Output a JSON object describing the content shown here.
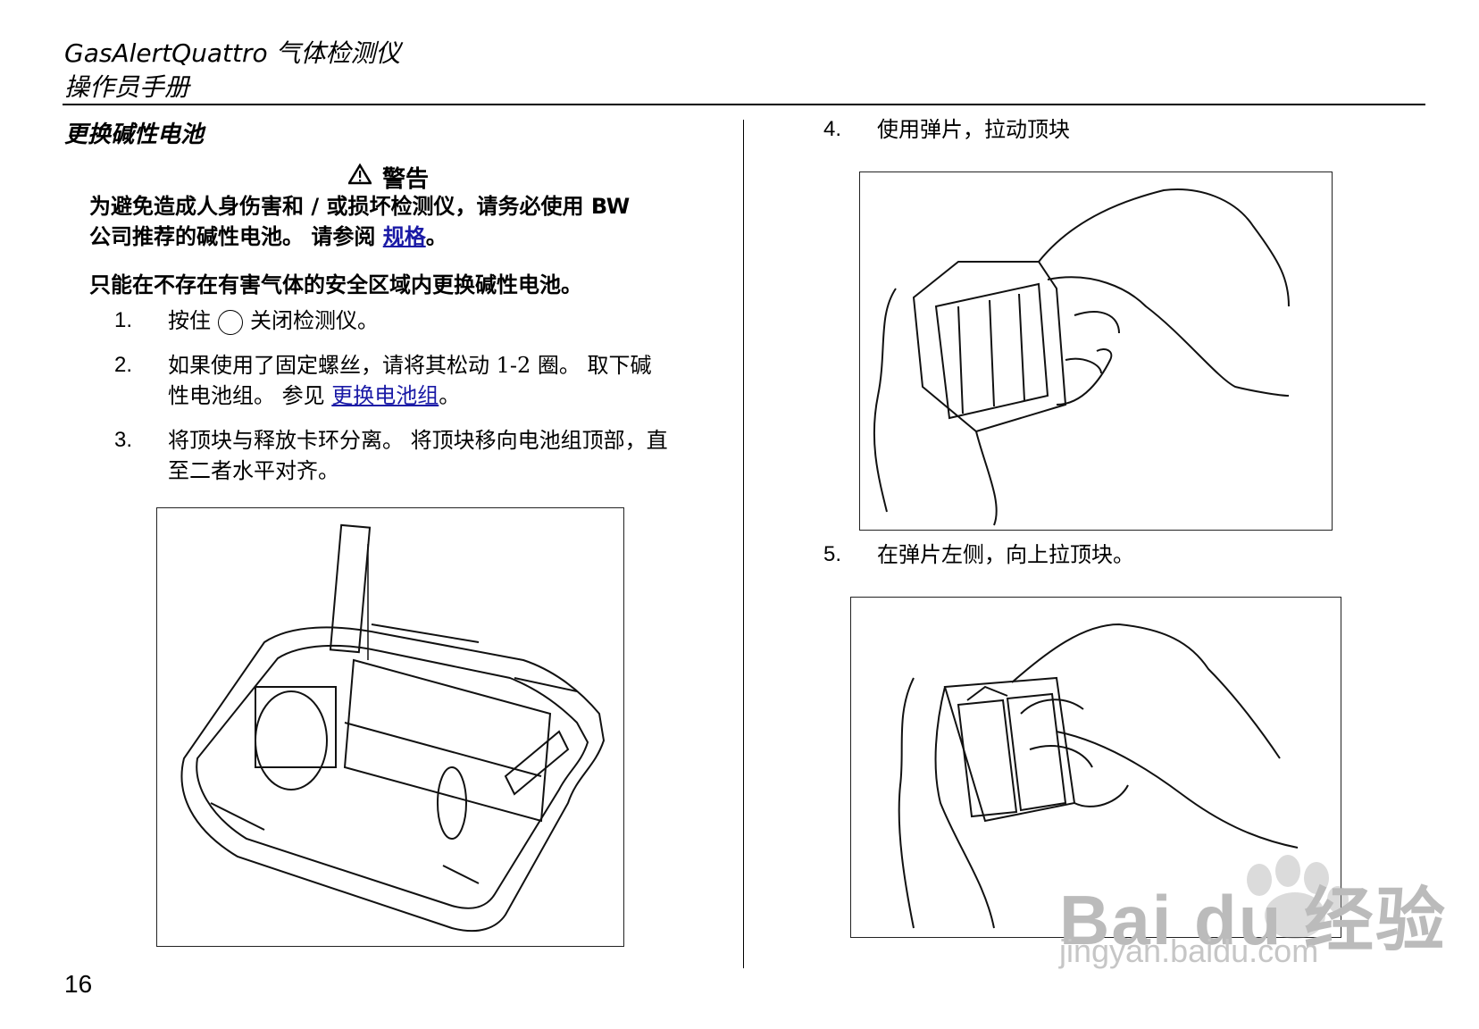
{
  "header": {
    "title": "GasAlertQuattro  气体检测仪",
    "subtitle": "操作员手册"
  },
  "section": {
    "title": "更换碱性电池",
    "warning_label": "警告",
    "warning_icon": "warning-triangle-icon",
    "para1_text": "为避免造成人身伤害和 / 或损坏检测仪，请务必使用 BW",
    "para1_line2": "公司推荐的碱性电池。 请参阅 ",
    "para1_link": "规格",
    "para1_end": "。",
    "para2": "只能在不存在有害气体的安全区域内更换碱性电池。"
  },
  "steps": [
    {
      "num": "1.",
      "text_a": "按住",
      "icon": "power-button-icon",
      "text_b": "关闭检测仪。"
    },
    {
      "num": "2.",
      "line1": "如果使用了固定螺丝，请将其松动 1-2 圈。 取下碱",
      "line2a": "性电池组。 参见 ",
      "link": "更换电池组",
      "line2b": "。"
    },
    {
      "num": "3.",
      "line1": "将顶块与释放卡环分离。 将顶块移向电池组顶部，直",
      "line2": "至二者水平对齐。"
    },
    {
      "num": "4.",
      "text": "使用弹片，拉动顶块"
    },
    {
      "num": "5.",
      "text": "在弹片左侧，向上拉顶块。"
    }
  ],
  "page_number": "16",
  "watermark": {
    "brand": "Bai du 经验",
    "url": "jingyan.baidu.com"
  }
}
